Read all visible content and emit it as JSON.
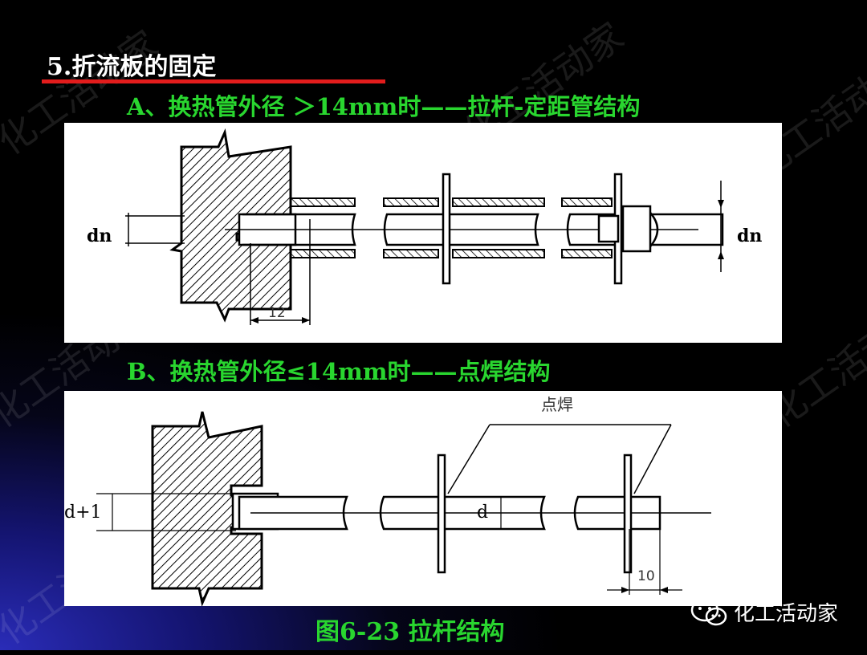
{
  "slide": {
    "title": "5.折流板的固定",
    "subtitle_a": "A、换热管外径 ＞14mm时——拉杆-定距管结构",
    "subtitle_b": "B、换热管外径≤14mm时——点焊结构",
    "caption": "图6-23 拉杆结构"
  },
  "diagram_a": {
    "label_left": "dn",
    "label_right": "dn",
    "dimension": "12"
  },
  "diagram_b": {
    "label_left": "d+1",
    "label_mid": "d",
    "label_weld": "点焊",
    "dimension": "10"
  },
  "watermark": {
    "text": "化工活动家"
  },
  "brand": {
    "text": "化工活动家",
    "icon": "wechat-icon"
  },
  "colors": {
    "title_rule": "#e21c1c",
    "subtitle": "#29d62f",
    "title": "#ffffff"
  }
}
